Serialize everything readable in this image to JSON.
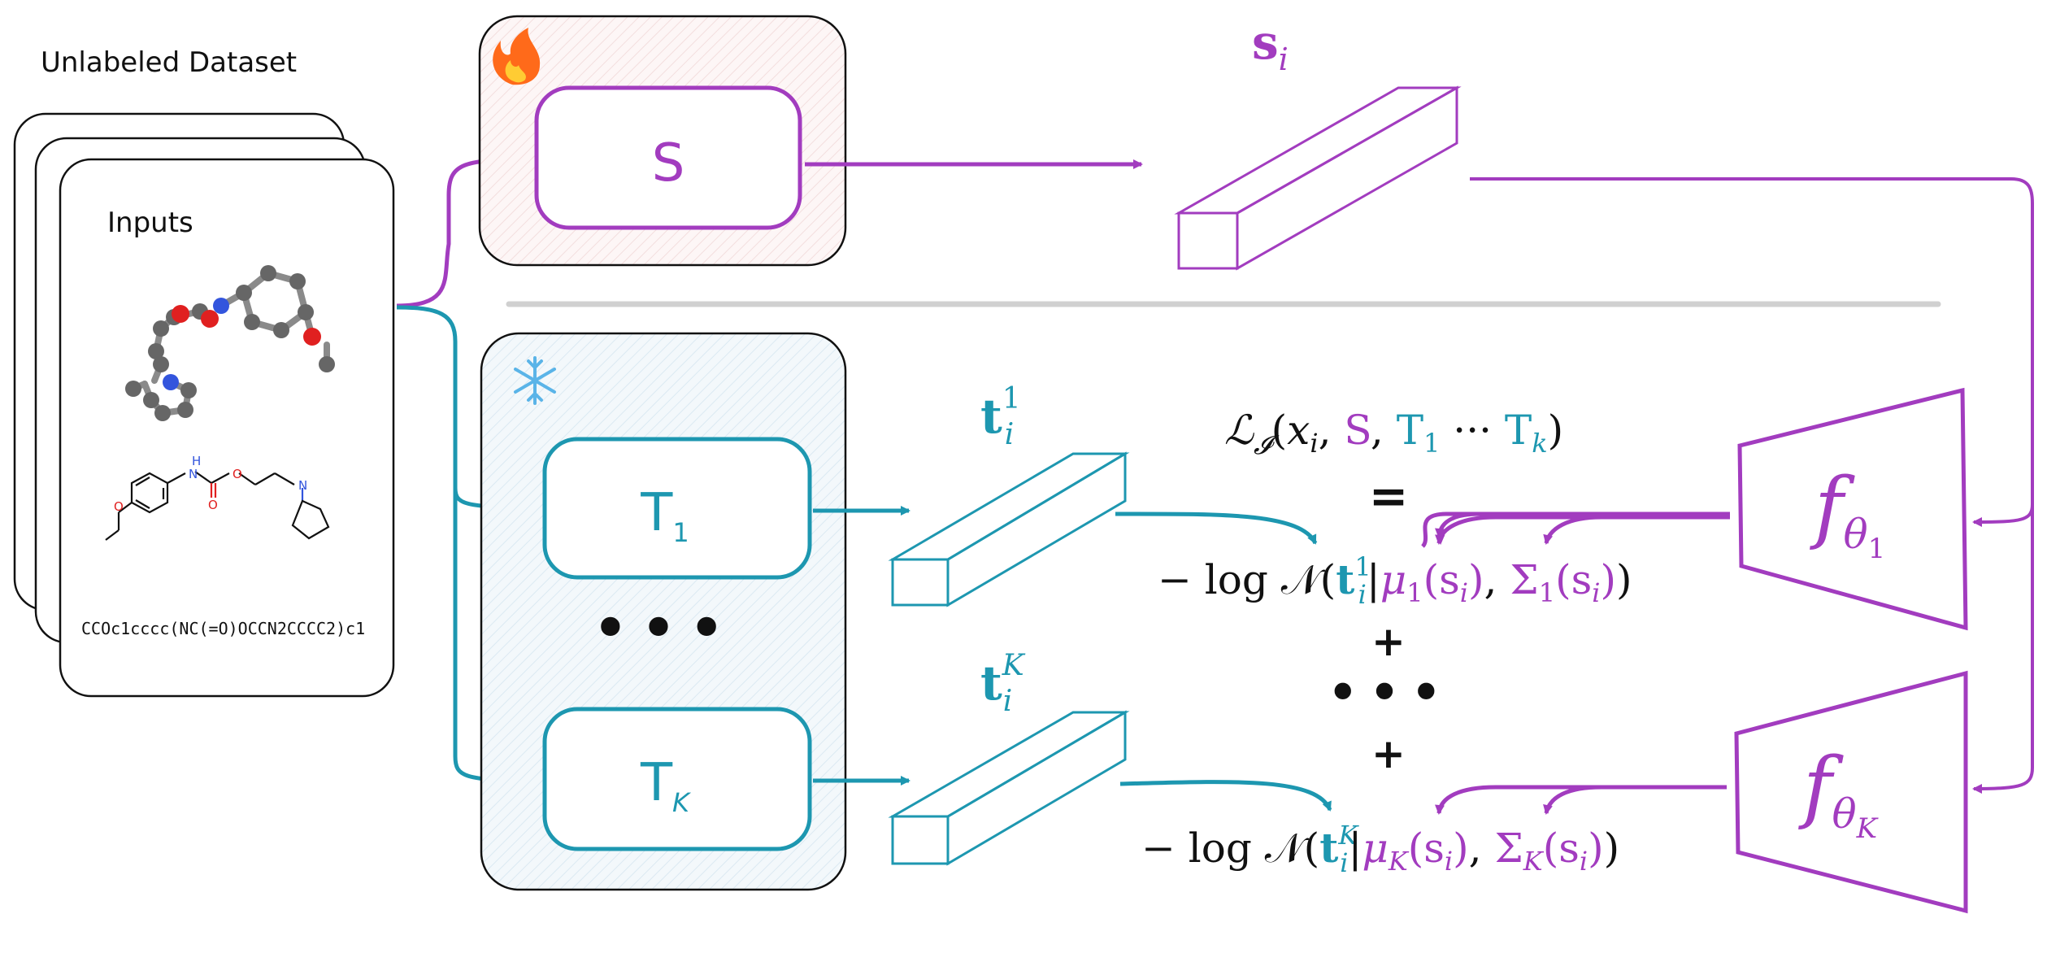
{
  "dataset": {
    "title": "Unlabeled Dataset",
    "card_title": "Inputs",
    "smiles": "CCOc1cccc(NC(=O)OCCN2CCCC2)c1"
  },
  "student": {
    "label": "S",
    "emb": "s",
    "emb_sub": "i",
    "status_icon": "fire-icon"
  },
  "teachers": {
    "status_icon": "snowflake-icon",
    "t1": {
      "label": "T",
      "sub": "1",
      "emb": "t",
      "emb_sub": "i",
      "emb_sup": "1"
    },
    "tk": {
      "label": "T",
      "sub": "K",
      "emb": "t",
      "emb_sub": "i",
      "emb_sup": "K"
    },
    "ellipsis": "•••"
  },
  "loss": {
    "lhs_L": "ℒ",
    "lhs_I": "𝓘",
    "lhs_args_open": "(",
    "lhs_x": "x",
    "lhs_x_sub": "i",
    "lhs_comma1": ", ",
    "lhs_S": "S",
    "lhs_comma2": ", ",
    "lhs_T1": "T",
    "lhs_T1_sub": "1",
    "lhs_dots": " ··· ",
    "lhs_Tk": "T",
    "lhs_Tk_sub": "k",
    "lhs_close": ")",
    "equals": "=",
    "term_prefix": "− log 𝒩(",
    "t": "t",
    "t_sub": "i",
    "t1_sup": "1",
    "tk_sup": "K",
    "bar": "|",
    "mu": "μ",
    "mu1_sub": "1",
    "muK_sub": "K",
    "s_arg": "(s",
    "s_sub": "i",
    "close_paren": ")",
    "comma": ", ",
    "sigma": "Σ",
    "sigma1_sub": "1",
    "sigmaK_sub": "K",
    "term_end": ")",
    "plus": "+",
    "dots": "•••"
  },
  "heads": {
    "f1": {
      "f": "f",
      "theta": "θ",
      "sub": "1"
    },
    "fk": {
      "f": "f",
      "theta": "θ",
      "sub": "K"
    }
  },
  "colors": {
    "student": "#a23cbf",
    "teacher": "#1d97b0",
    "ink": "#111111",
    "divider": "#d0d0d0"
  }
}
